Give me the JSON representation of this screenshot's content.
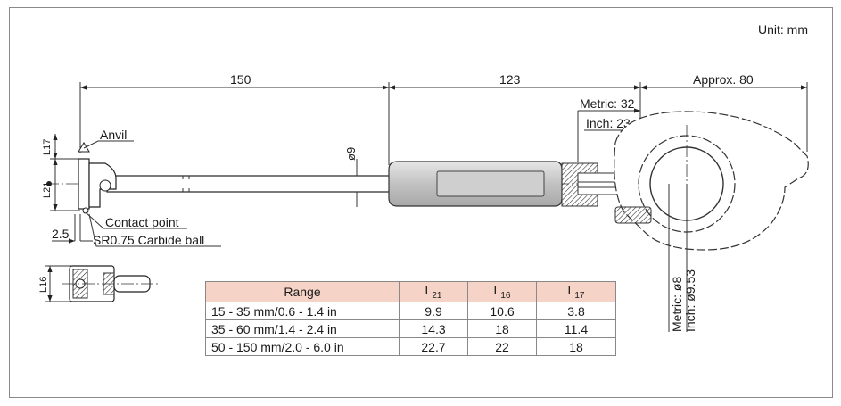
{
  "unit_label": "Unit: mm",
  "dimensions": {
    "d150": "150",
    "d123": "123",
    "approx80": "Approx. 80",
    "metric32": "Metric: 32",
    "inch23": "Inch: 23",
    "phi9": "ø9",
    "metric_phi8": "Metric: ø8",
    "inch_phi953": "Inch: ø9.53",
    "d25": "2.5"
  },
  "callouts": {
    "anvil": "Anvil",
    "contact_point": "Contact point",
    "carbide_ball": "SR0.75 Carbide ball"
  },
  "side_labels": {
    "l17": "L17",
    "l21": "L21",
    "l16": "L16"
  },
  "table": {
    "headers": [
      "Range",
      "L",
      "L",
      "L"
    ],
    "header_subs": [
      "",
      "21",
      "16",
      "17"
    ],
    "rows": [
      [
        "15 - 35 mm/0.6 - 1.4 in",
        "9.9",
        "10.6",
        "3.8"
      ],
      [
        "35 - 60 mm/1.4 - 2.4 in",
        "14.3",
        "18",
        "11.4"
      ],
      [
        "50 - 150 mm/2.0 - 6.0 in",
        "22.7",
        "22",
        "18"
      ]
    ]
  },
  "colors": {
    "header_bg": "#f5d3c6",
    "grip": "#c8c8c8"
  }
}
